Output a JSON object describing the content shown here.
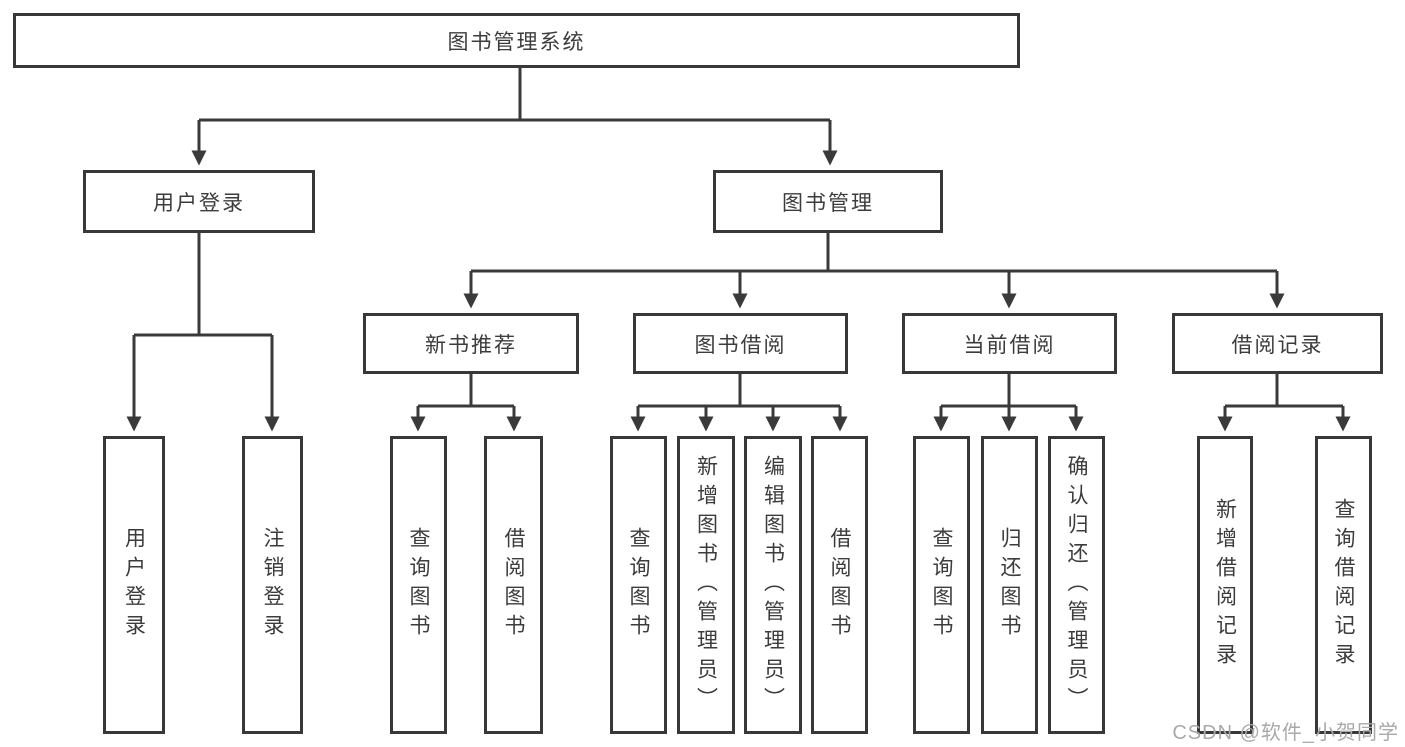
{
  "nodes": {
    "root": "图书管理系统",
    "user_login": "用户登录",
    "book_mgmt": "图书管理",
    "new_book": "新书推荐",
    "book_borrow": "图书借阅",
    "current_borrow": "当前借阅",
    "borrow_record": "借阅记录"
  },
  "leaves": {
    "user_login": [
      "用户登录",
      "注销登录"
    ],
    "new_book": [
      "查询图书",
      "借阅图书"
    ],
    "book_borrow": [
      "查询图书",
      "新增图书（管理员）",
      "编辑图书（管理员）",
      "借阅图书"
    ],
    "current_borrow": [
      "查询图书",
      "归还图书",
      "确认归还（管理员）"
    ],
    "borrow_record": [
      "新增借阅记录",
      "查询借阅记录"
    ]
  },
  "watermark": "CSDN @软件_小贺同学",
  "colors": {
    "line": "#3a3a3a",
    "box_border": "#383838",
    "text": "#3c3c3c",
    "watermark": "#a9a9a9",
    "background": "#ffffff"
  }
}
